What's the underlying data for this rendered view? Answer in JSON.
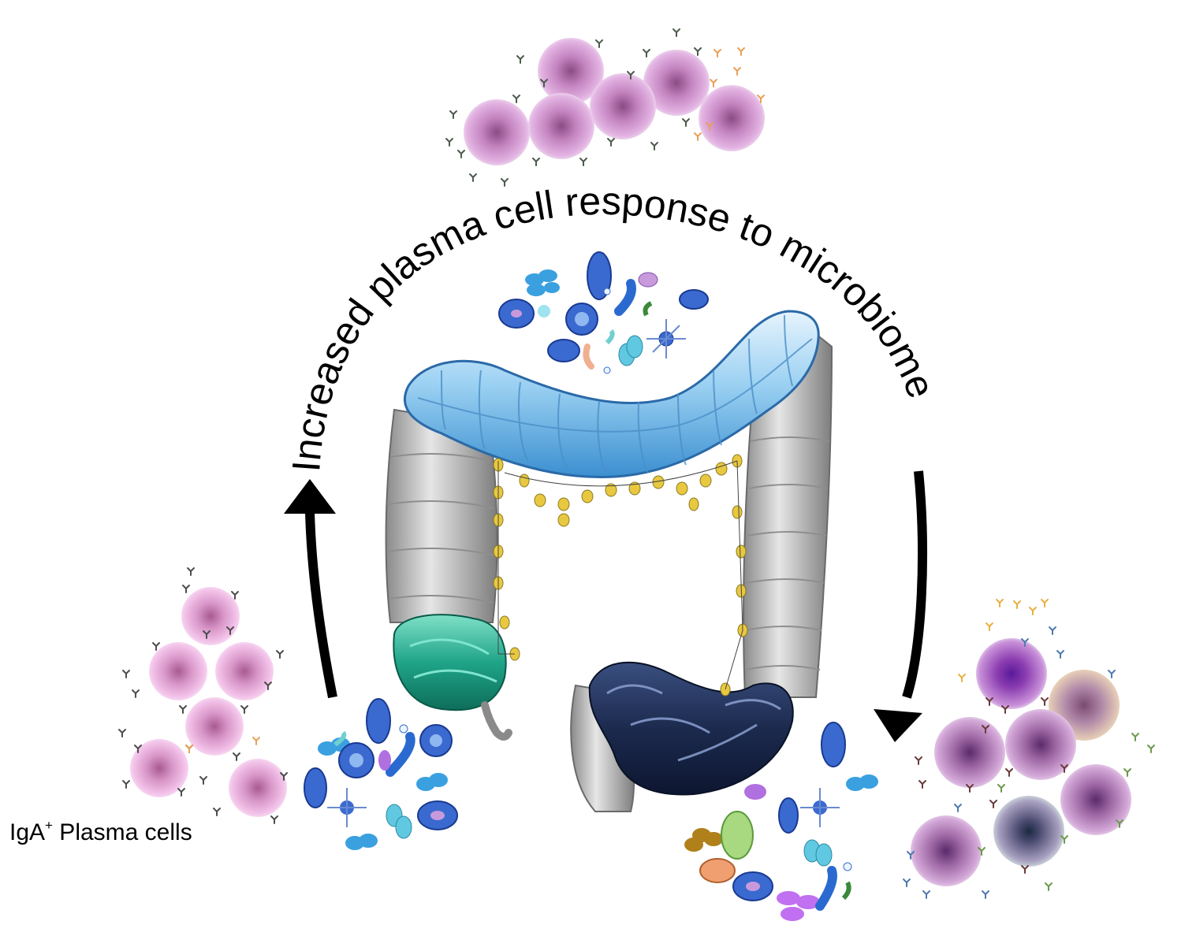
{
  "title": "Increased plasma cell response to microbiome",
  "label": {
    "prefix": "IgA",
    "superscript": "+",
    "suffix": " Plasma cells"
  },
  "colors": {
    "plasma_cell_light": "#e8a6d8",
    "plasma_cell_dark": "#b777b4",
    "plasma_cell_inflamed": "#8f4aa0",
    "antibody": "#4d4d4d",
    "antibody_orange": "#e8a05a",
    "antibody_green": "#6a9a4a",
    "antibody_blue": "#6d8fd0",
    "colon_gray": "#b3b3b3",
    "transverse_colon": "#8fcaf0",
    "cecum": "#21a38a",
    "sigmoid": "#1c2b52",
    "lymph_node": "#e8c840",
    "microbe_blue": "#3a6ad0",
    "microbe_cyan": "#60c8e0",
    "microbe_purple": "#b070e0",
    "arrow": "#000000"
  },
  "icons": [
    "plasma-cell-icon",
    "antibody-icon",
    "microbe-icon",
    "colon-icon",
    "lymph-node-icon",
    "cycle-arrow-icon"
  ]
}
